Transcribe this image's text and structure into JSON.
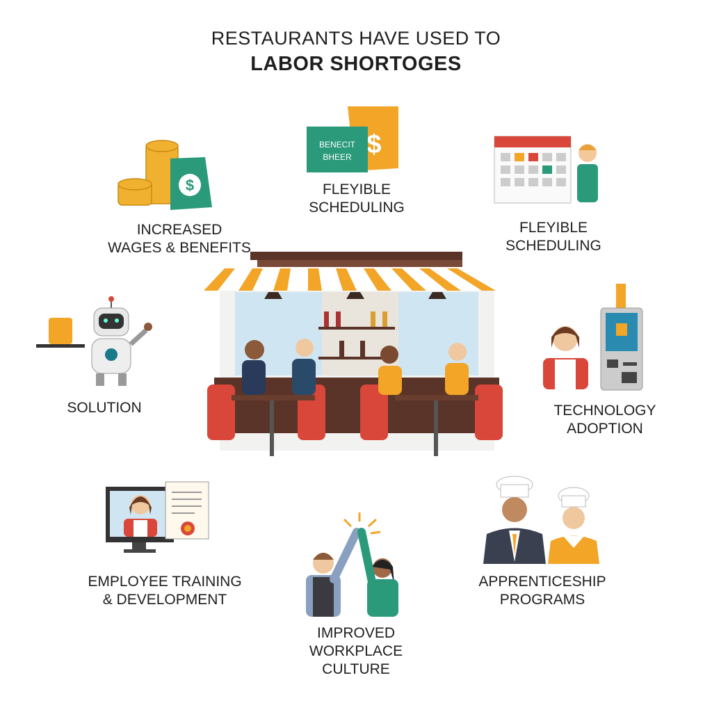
{
  "title": {
    "line1": "RESTAURANTS HAVE USED TO",
    "line2": "LABOR SHORTOGES"
  },
  "items": [
    {
      "id": "wages",
      "line1": "INCREASED",
      "line2": "WAGES & BENEFITS",
      "icon": "coins-and-money-bag-icon"
    },
    {
      "id": "bags",
      "line1": "FLEYIBLE",
      "line2": "SCHEDULING",
      "icon": "benefit-bags-icon",
      "bag_text1": "BENECIT",
      "bag_text2": "BHEER"
    },
    {
      "id": "calendar",
      "line1": "FLEYIBLE",
      "line2": "SCHEDULING",
      "icon": "calendar-icon"
    },
    {
      "id": "robot",
      "line1": "SOLUTION",
      "icon": "robot-waiter-icon"
    },
    {
      "id": "tech",
      "line1": "TECHNOLOGY",
      "line2": "ADOPTION",
      "icon": "self-order-kiosk-icon"
    },
    {
      "id": "training",
      "line1": "EMPLOYEE TRAINING",
      "line2": "& DEVELOPMENT",
      "icon": "online-training-certificate-icon"
    },
    {
      "id": "culture",
      "line1": "IMPROVED",
      "line2": "WORKPLACE",
      "line3": "CULTURE",
      "icon": "high-five-icon"
    },
    {
      "id": "apprentice",
      "line1": "APPRENTICESHIP",
      "line2": "PROGRAMS",
      "icon": "chefs-icon"
    }
  ],
  "colors": {
    "green": "#2a9a7a",
    "orange": "#f2a526",
    "red": "#d9473a",
    "brown": "#5a3428",
    "text": "#1e1e1e"
  }
}
